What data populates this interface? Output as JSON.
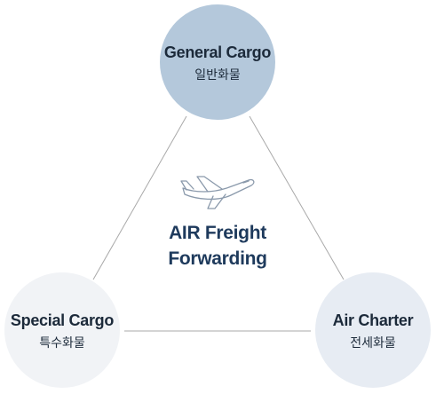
{
  "nodes": {
    "top": {
      "title": "General Cargo",
      "subtitle": "일반화물"
    },
    "left": {
      "title": "Special Cargo",
      "subtitle": "특수화물"
    },
    "right": {
      "title": "Air Charter",
      "subtitle": "전세화물"
    }
  },
  "center": {
    "line1": "AIR Freight",
    "line2": "Forwarding",
    "icon": "airplane-icon"
  },
  "colors": {
    "top_fill": "#b4c8db",
    "left_fill": "#f1f3f6",
    "right_fill": "#e7ecf3",
    "connector": "#a9a9a9",
    "center_text": "#1e3a5c",
    "plane_stroke": "#8a99ab"
  }
}
